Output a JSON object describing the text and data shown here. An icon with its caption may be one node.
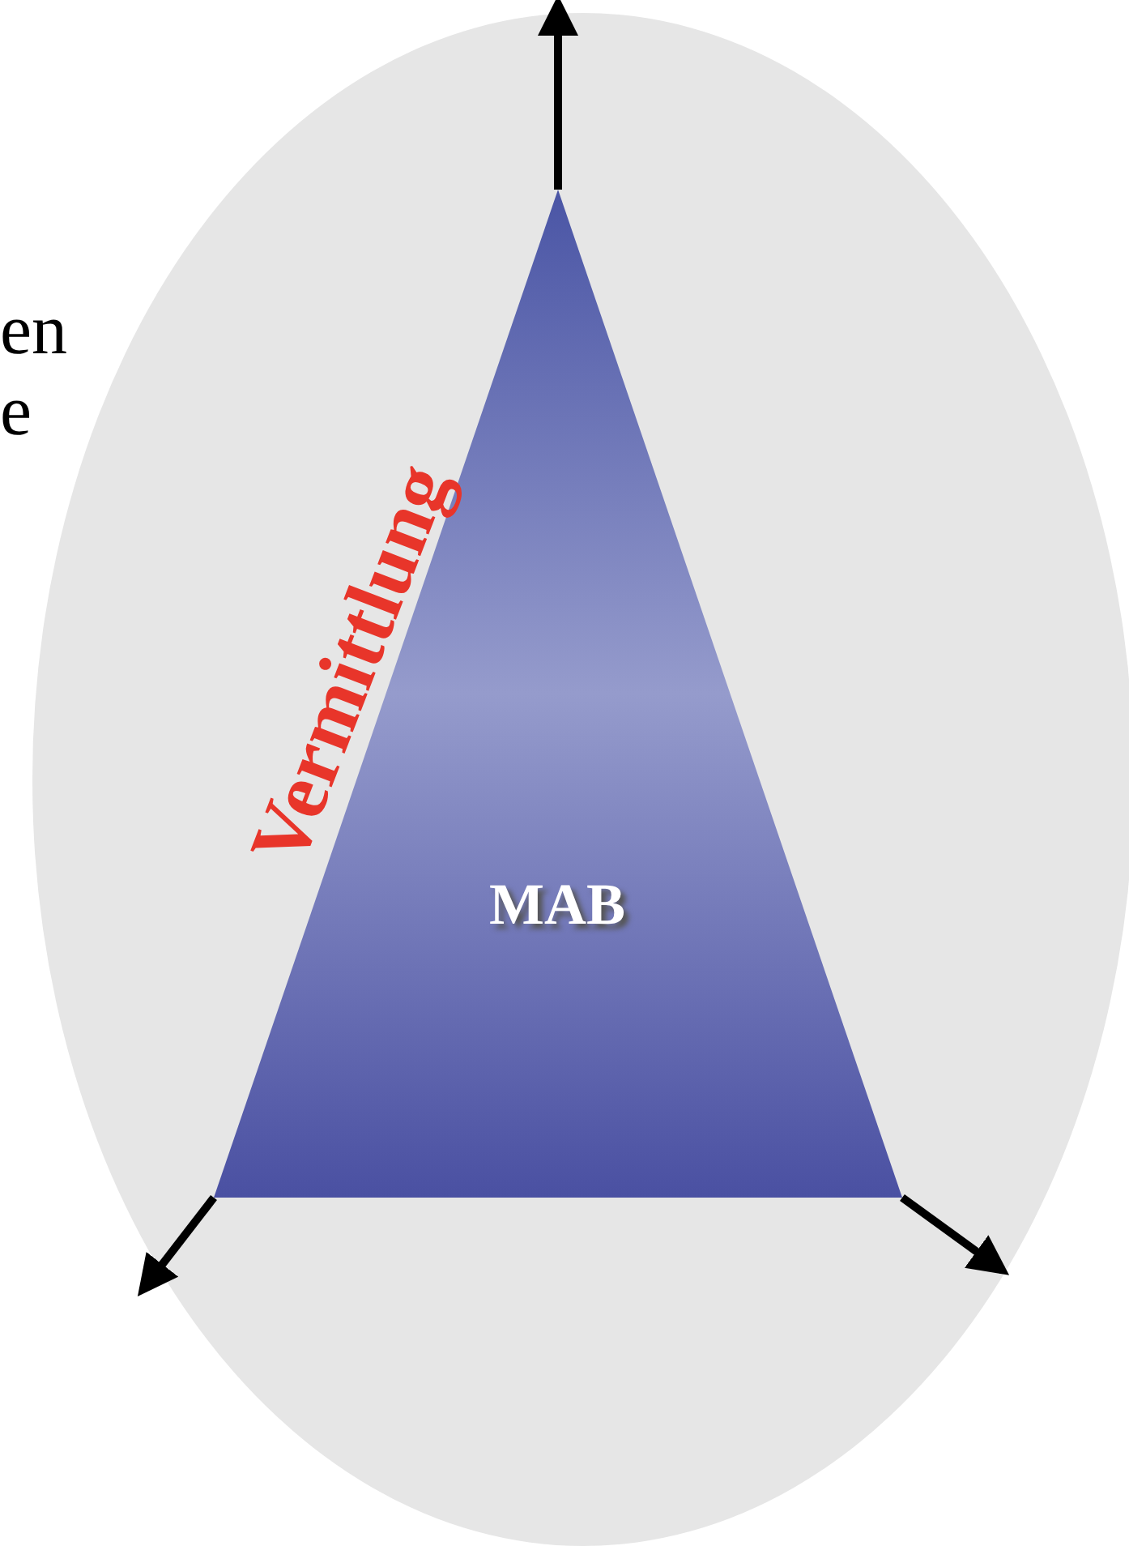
{
  "diagram": {
    "nodes": [
      {
        "text": [],
        "shape": "ellipse"
      },
      {
        "text": [
          "MAB"
        ],
        "in": 0
      }
    ],
    "edges": [
      {
        "from": 1,
        "to": null,
        "arrow": "to"
      },
      {
        "from": 1,
        "to": null,
        "arrow": "to"
      },
      {
        "from": 1,
        "to": null,
        "arrow": "to"
      }
    ],
    "labels": [
      "en",
      "e",
      "Vermittlung"
    ]
  }
}
